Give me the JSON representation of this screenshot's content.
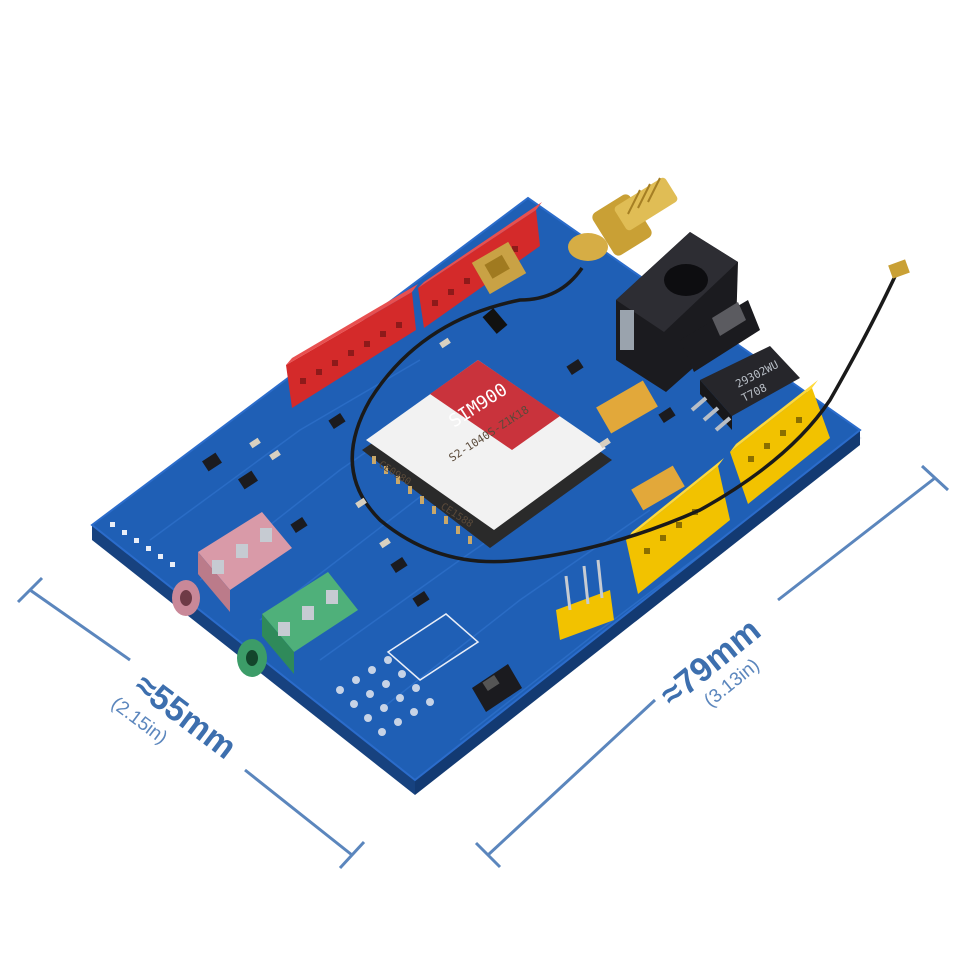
{
  "dimensions": {
    "width": {
      "value": "≈55mm",
      "imperial": "(2.15in)"
    },
    "length": {
      "value": "≈79mm",
      "imperial": "(3.13in)"
    }
  },
  "module": {
    "brand": "SIM900",
    "part_number": "S2-1040S-Z1K18",
    "ce_mark_1": "CE0980",
    "ce_mark_2": "CE1588"
  },
  "regulator": {
    "line1": "29302WU",
    "line2": "T708"
  },
  "colors": {
    "pcb": "#1f5fb5",
    "pcb_edge": "#1a4f98",
    "header_red": "#d42a2a",
    "header_yellow": "#f2c200",
    "audio_pink": "#d99aa8",
    "audio_green": "#4fb07a",
    "dimension_line": "#5b86bd"
  }
}
